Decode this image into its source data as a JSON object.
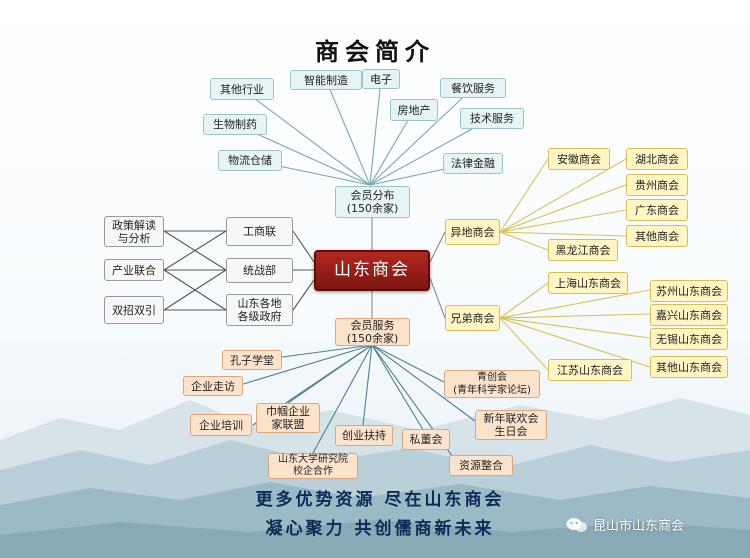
{
  "title": "商会简介",
  "center": "山东商会",
  "member_distribution": {
    "label": "会员分布\n(150余家)",
    "items": [
      "其他行业",
      "智能制造",
      "电子",
      "餐饮服务",
      "生物制药",
      "房地产",
      "技术服务",
      "物流仓储",
      "法律金融"
    ]
  },
  "left_cluster": {
    "left": [
      "政策解读\n与分析",
      "产业联合",
      "双招双引"
    ],
    "right": [
      "工商联",
      "统战部",
      "山东各地\n各级政府"
    ]
  },
  "other_chambers": {
    "label": "异地商会",
    "items": [
      "安徽商会",
      "湖北商会",
      "贵州商会",
      "广东商会",
      "其他商会",
      "黑龙江商会"
    ]
  },
  "brother_chambers": {
    "label": "兄弟商会",
    "items": [
      "上海山东商会",
      "苏州山东商会",
      "嘉兴山东商会",
      "无锡山东商会",
      "其他山东商会",
      "江苏山东商会"
    ]
  },
  "member_services": {
    "label": "会员服务\n(150余家)",
    "items": [
      "孔子学堂",
      "企业走访",
      "企业培训",
      "巾帼企业\n家联盟",
      "创业扶持",
      "私董会",
      "青创会\n(青年科学家论坛)",
      "新年联欢会\n生日会",
      "山东大学研究院\n校企合作",
      "资源整合"
    ]
  },
  "slogans": [
    "更多优势资源 尽在山东商会",
    "凝心聚力 共创儒商新未来"
  ],
  "watermark": "昆山市山东商会"
}
